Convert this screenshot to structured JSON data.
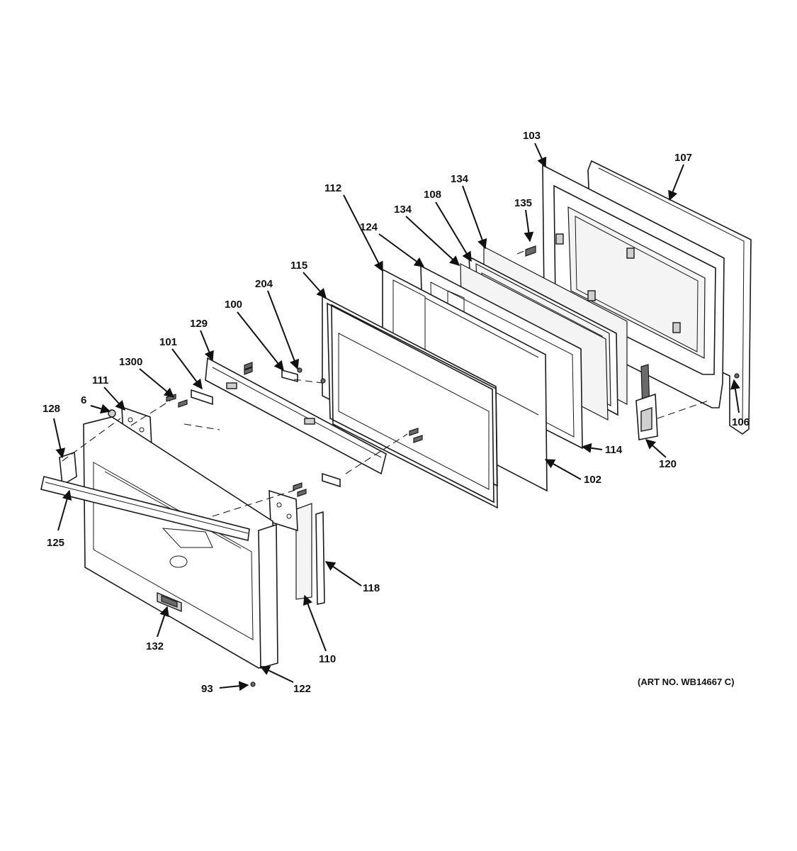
{
  "art_number": "(ART NO. WB14667 C)",
  "callouts": {
    "c103": "103",
    "c107": "107",
    "c134a": "134",
    "c108": "108",
    "c135": "135",
    "c134b": "134",
    "c124": "124",
    "c112": "112",
    "c115": "115",
    "c204": "204",
    "c100": "100",
    "c129": "129",
    "c101": "101",
    "c1300": "1300",
    "c111": "111",
    "c6": "6",
    "c128": "128",
    "c125": "125",
    "c132": "132",
    "c93": "93",
    "c122": "122",
    "c110": "110",
    "c118": "118",
    "c102": "102",
    "c114": "114",
    "c120": "120",
    "c106": "106"
  }
}
